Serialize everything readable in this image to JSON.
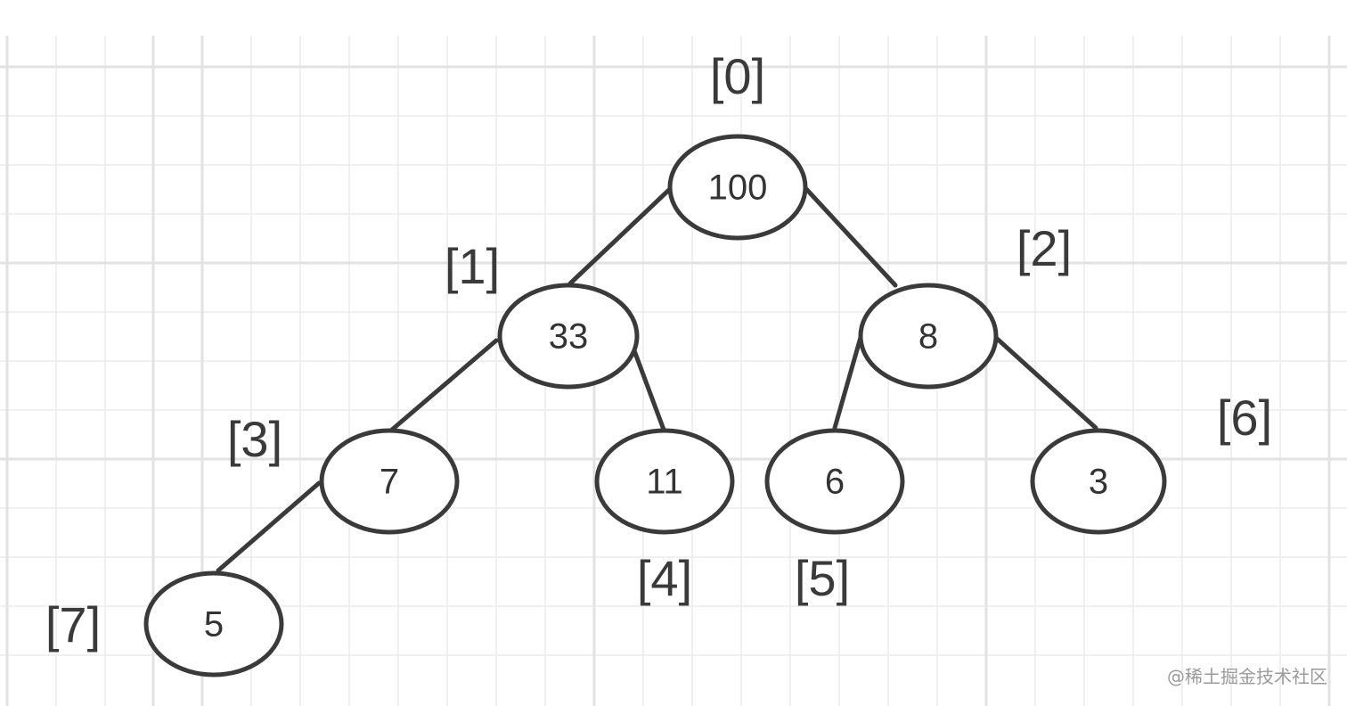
{
  "nodes": [
    {
      "id": "n0",
      "value": "100",
      "index": "[0]"
    },
    {
      "id": "n1",
      "value": "33",
      "index": "[1]"
    },
    {
      "id": "n2",
      "value": "8",
      "index": "[2]"
    },
    {
      "id": "n3",
      "value": "7",
      "index": "[3]"
    },
    {
      "id": "n4",
      "value": "11",
      "index": "[4]"
    },
    {
      "id": "n5",
      "value": "6",
      "index": "[5]"
    },
    {
      "id": "n6",
      "value": "3",
      "index": "[6]"
    },
    {
      "id": "n7",
      "value": "5",
      "index": "[7]"
    }
  ],
  "edges": [
    {
      "from": "n0",
      "to": "n1"
    },
    {
      "from": "n0",
      "to": "n2"
    },
    {
      "from": "n1",
      "to": "n3"
    },
    {
      "from": "n1",
      "to": "n4"
    },
    {
      "from": "n2",
      "to": "n5"
    },
    {
      "from": "n2",
      "to": "n6"
    },
    {
      "from": "n3",
      "to": "n7"
    }
  ],
  "watermark": "@稀土掘金技术社区",
  "colors": {
    "stroke": "#3a3a3a",
    "text": "#333333",
    "grid": "#e2e2e2",
    "background": "#ffffff"
  }
}
